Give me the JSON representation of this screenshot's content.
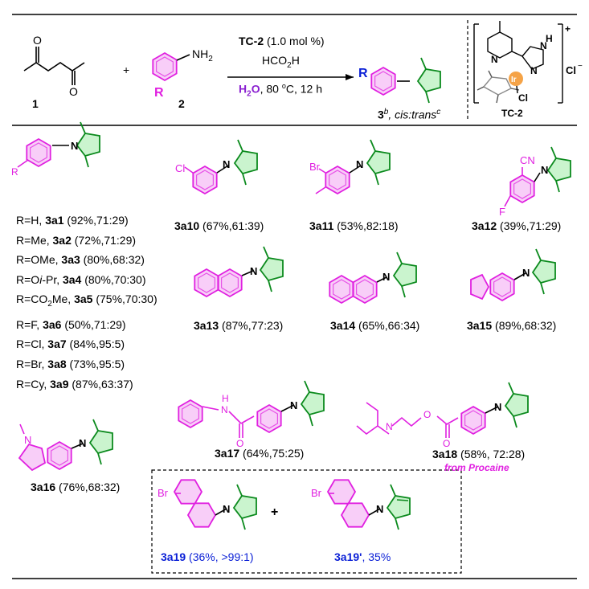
{
  "reaction": {
    "reactant1_label": "1",
    "reactant2_label": "2",
    "reactant2_R": "R",
    "plus": "+",
    "nh2": "NH",
    "nh2_sub": "2",
    "cond_line1_bold": "TC-2",
    "cond_line1_rest": " (1.0 mol %)",
    "cond_line2": "HCO",
    "cond_line2_sub": "2",
    "cond_line2_end": "H",
    "cond_line3_bold": "H",
    "cond_line3_sub": "2",
    "cond_line3_bold_end": "O",
    "cond_line3_rest": ", 80 ",
    "cond_line3_deg": "o",
    "cond_line3_end": "C, 12 h",
    "product_label": "3",
    "product_sup": "b",
    "product_rest": ", cis:trans",
    "product_sup2": "c",
    "product_R": "R",
    "catalyst_name": "TC-2",
    "catalyst_charge": "+",
    "catalyst_counterion": "Cl",
    "catalyst_counterion_sup": "−",
    "catalyst_metal": "Ir",
    "catalyst_cl": "Cl",
    "catalyst_nh": "H",
    "catalyst_n1": "N",
    "catalyst_n2": "N",
    "catalyst_n3": "N"
  },
  "series_3a1_3a9": [
    {
      "r": "R=H, ",
      "id": "3a1",
      "data": " (92%,71:29)"
    },
    {
      "r": "R=Me, ",
      "id": "3a2",
      "data": " (72%,71:29)"
    },
    {
      "r": "R=OMe, ",
      "id": "3a3",
      "data": " (80%,68:32)"
    },
    {
      "r": "R=O",
      "r_italic": "i",
      "r_end": "-Pr, ",
      "id": "3a4",
      "data": " (80%,70:30)"
    },
    {
      "r": "R=CO",
      "r_sub": "2",
      "r_end": "Me, ",
      "id": "3a5",
      "data": " (75%,70:30)"
    },
    {
      "r": "R=F, ",
      "id": "3a6",
      "data": " (50%,71:29)"
    },
    {
      "r": "R=Cl, ",
      "id": "3a7",
      "data": " (84%,95:5)"
    },
    {
      "r": "R=Br, ",
      "id": "3a8",
      "data": " (73%,95:5)"
    },
    {
      "r": "R=Cy, ",
      "id": "3a9",
      "data": " (87%,63:37)"
    }
  ],
  "compounds": {
    "c3a10": {
      "id": "3a10",
      "data": " (67%,61:39)"
    },
    "c3a11": {
      "id": "3a11",
      "data": " (53%,82:18)"
    },
    "c3a12": {
      "id": "3a12",
      "data": " (39%,71:29)"
    },
    "c3a13": {
      "id": "3a13",
      "data": " (87%,77:23)"
    },
    "c3a14": {
      "id": "3a14",
      "data": " (65%,66:34)"
    },
    "c3a15": {
      "id": "3a15",
      "data": " (89%,68:32)"
    },
    "c3a16": {
      "id": "3a16",
      "data": " (76%,68:32)"
    },
    "c3a17": {
      "id": "3a17",
      "data": " (64%,75:25)"
    },
    "c3a18": {
      "id": "3a18",
      "data": " (58%, 72:28)",
      "note": "from Procaine"
    },
    "c3a19": {
      "id": "3a19",
      "data": " (36%, >99:1)"
    },
    "c3a19p": {
      "id": "3a19'",
      "data": ", 35%"
    }
  },
  "atoms": {
    "N": "N",
    "Cl": "Cl",
    "Br": "Br",
    "F": "F",
    "CN": "CN",
    "O": "O",
    "H": "H",
    "R": "R",
    "plus": "+"
  },
  "colors": {
    "magenta": "#e020e0",
    "green": "#0b8a1d",
    "blue": "#0a1fd6",
    "purple": "#8a1fd0",
    "orange": "#f5a347",
    "black": "#000000"
  }
}
